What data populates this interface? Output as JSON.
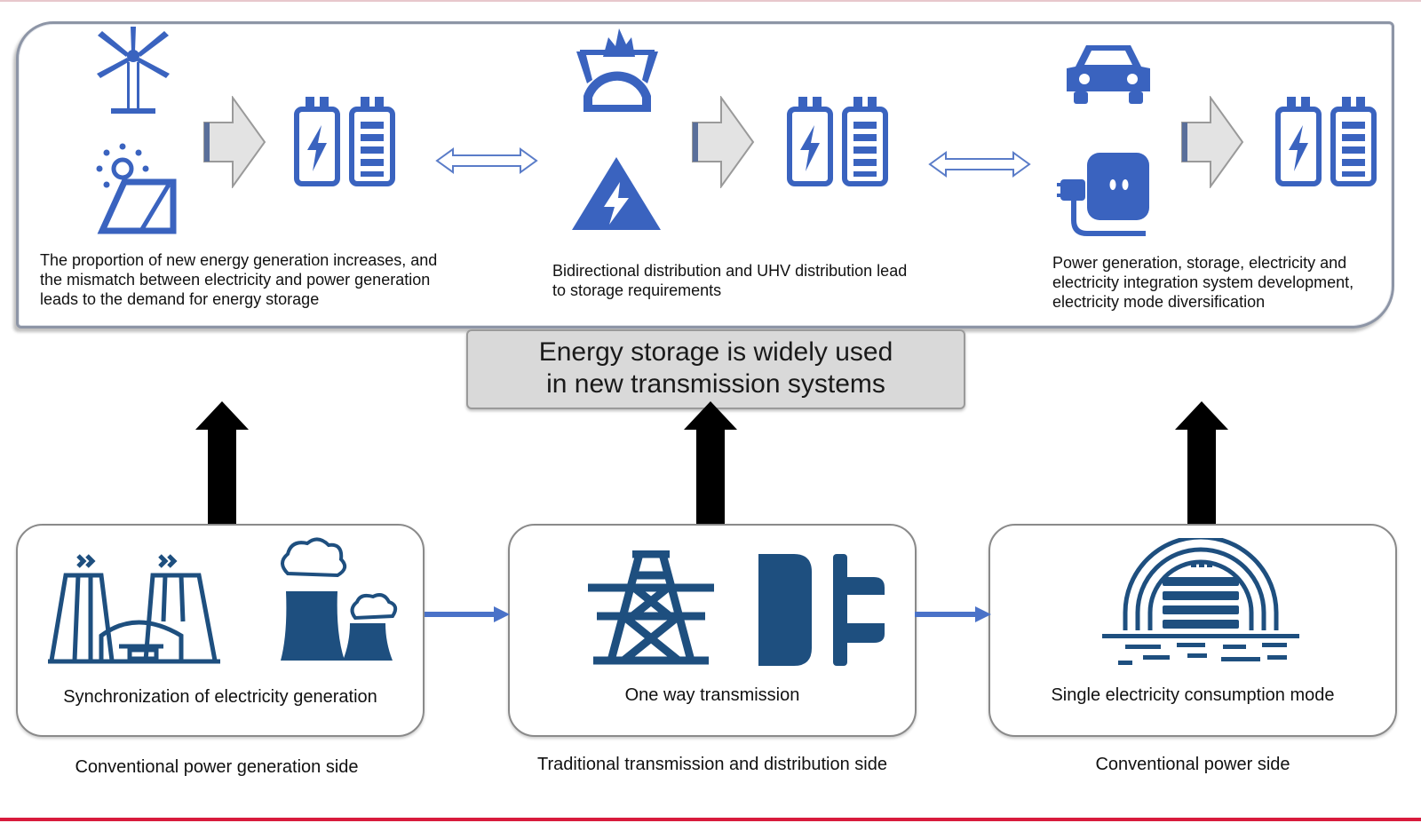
{
  "top_panel": {
    "sections": [
      {
        "text": "The proportion of new energy generation increases, and the mismatch between electricity and power generation leads to the demand for energy storage"
      },
      {
        "text": "Bidirectional distribution and UHV distribution lead to storage requirements"
      },
      {
        "text": "Power generation, storage, electricity and electricity integration system development, electricity mode diversification"
      }
    ]
  },
  "center_box": {
    "line1": "Energy storage is widely used",
    "line2": "in new transmission systems"
  },
  "bottom": [
    {
      "box_label": "Synchronization of electricity generation",
      "side_label": "Conventional power generation side"
    },
    {
      "box_label": "One way transmission",
      "side_label": "Traditional transmission and distribution side"
    },
    {
      "box_label": "Single electricity consumption mode",
      "side_label": "Conventional power side"
    }
  ],
  "colors": {
    "icon_blue": "#3a63bf",
    "icon_dark_blue": "#1e4f7f",
    "arrow_black": "#000000",
    "connector_blue": "#4a72c8"
  },
  "icons": [
    "wind-turbine-icon",
    "solar-panel-icon",
    "battery-pair-icon",
    "double-arrow-icon",
    "power-station-icon",
    "high-voltage-icon",
    "car-icon",
    "socket-plug-icon",
    "factory-icon",
    "cooling-tower-icon",
    "transmission-tower-icon",
    "connector-plug-icon",
    "substation-icon"
  ]
}
